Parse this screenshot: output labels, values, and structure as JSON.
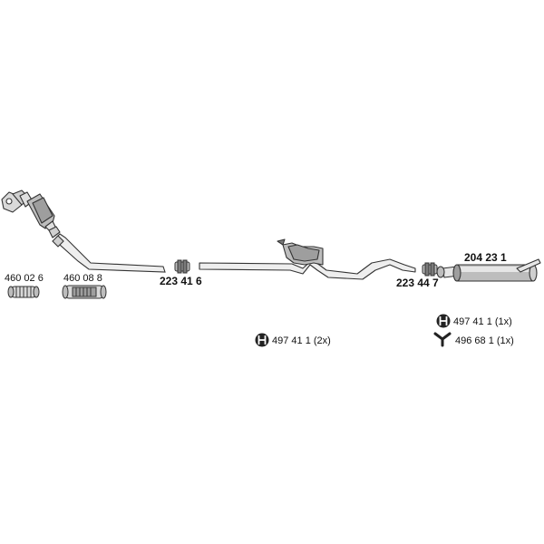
{
  "parts": {
    "p460026": "460 02 6",
    "p460088": "460 08 8",
    "p223416": "223 41 6",
    "p223447": "223 44 7",
    "p204231": "204 23 1"
  },
  "hardware": {
    "h1": "497 41 1 (2x)",
    "h2": "497 41 1 (1x)",
    "h3": "496 68 1 (1x)"
  },
  "icons": {
    "bracket": "hanger-bracket-icon",
    "rubber": "rubber-mount-icon"
  },
  "colors": {
    "line": "#333333",
    "fill_light": "#e6e6e6",
    "fill_mid": "#bdbdbd",
    "fill_dark": "#7a7a7a"
  }
}
